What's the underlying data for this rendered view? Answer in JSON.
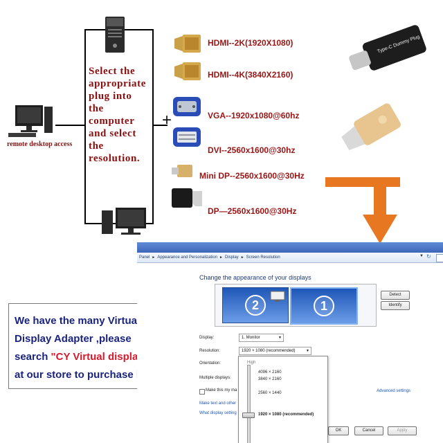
{
  "instructions": {
    "lines": [
      "Select the",
      "appropriate",
      "plug into",
      "the",
      "computer",
      "and select",
      "the",
      "resolution."
    ],
    "remote_label": "remote desktop access"
  },
  "adapters": [
    {
      "icon": "hdmi-plug-icon",
      "spec": "HDMI--2K(1920X1080)"
    },
    {
      "icon": "hdmi-plug-icon",
      "spec": "HDMI--4K(3840X2160)"
    },
    {
      "icon": "vga-plug-icon",
      "spec": "VGA--1920x1080@60hz"
    },
    {
      "icon": "dvi-plug-icon",
      "spec": "DVI--2560x1600@30hz"
    },
    {
      "icon": "mini-dp-plug-icon",
      "spec": "Mini DP--2560x1600@30Hz"
    },
    {
      "icon": "dp-plug-icon",
      "spec": "DP—2560x1600@30Hz"
    }
  ],
  "plus_sign": "+",
  "usb_c_plug_label": "Type-C Dummy Plug",
  "store_message": {
    "line1": "We have the many Virtual",
    "line2": "Display Adapter ,please",
    "line3_prefix": "search ",
    "line3_highlight": "\"CY Virtual display\"",
    "line4": "at our store to purchase it."
  },
  "colors": {
    "instruction_red": "#8b0e0e",
    "spec_red": "#9b1414",
    "store_blue": "#1a237e",
    "store_red": "#d7192b",
    "arrow_orange": "#e87722",
    "windows_blue": "#3c67b8"
  },
  "screen_resolution_window": {
    "breadcrumb": [
      "Panel",
      "Appearance and Personalization",
      "Display",
      "Screen Resolution"
    ],
    "heading": "Change the appearance of your displays",
    "monitors": [
      "2",
      "1"
    ],
    "detect_button": "Detect",
    "identify_button": "Identify",
    "display_label": "Display:",
    "display_value": "1. Monitor",
    "resolution_label": "Resolution:",
    "resolution_value": "1920 × 1080 (recommended)",
    "orientation_label": "Orientation:",
    "multiple_displays_label": "Multiple displays:",
    "checkbox_label": "Make this my ma",
    "link_text_other": "Make text and other",
    "link_what_settings": "What display setting",
    "advanced_settings": "Advanced settings",
    "ok_button": "OK",
    "cancel_button": "Cancel",
    "apply_button": "Apply",
    "resolution_popup": {
      "high_label": "High",
      "options": [
        "4096 × 2160",
        "3840 × 2160",
        "2560 × 1440",
        "1920 × 1080 (recommended)"
      ]
    }
  }
}
